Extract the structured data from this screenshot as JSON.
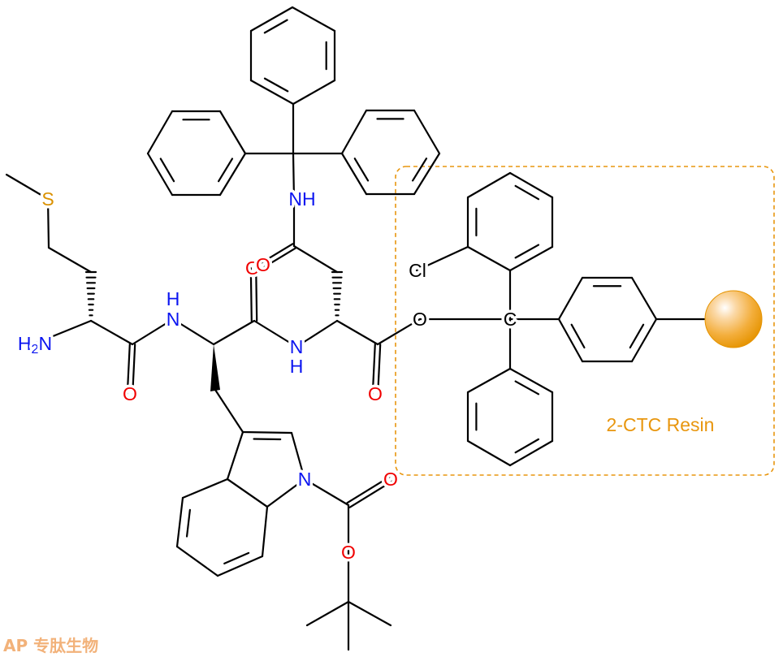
{
  "molecule": {
    "atoms": {
      "S": "S",
      "amine_H": "H",
      "amine_sub": "2",
      "amine_N": "N",
      "trp_nh_H": "H",
      "trp_nh_N": "N",
      "asp_nh_N": "N",
      "asp_nh_H": "H",
      "side_nh": "NH",
      "met_O": "O",
      "trp_O": "O",
      "side_O": "O",
      "ester_O_double": "O",
      "ester_O": "O",
      "indole_N": "N",
      "boc_O_double": "O",
      "boc_O": "O",
      "Cl": "Cl",
      "trityl_C": "C"
    },
    "resin_label": "2-CTC Resin"
  },
  "colors": {
    "nitrogen": "#0A14F0",
    "oxygen": "#F00000",
    "sulfur": "#DA9100",
    "resin": "#E8960E"
  },
  "watermark": "AP 专肽生物"
}
